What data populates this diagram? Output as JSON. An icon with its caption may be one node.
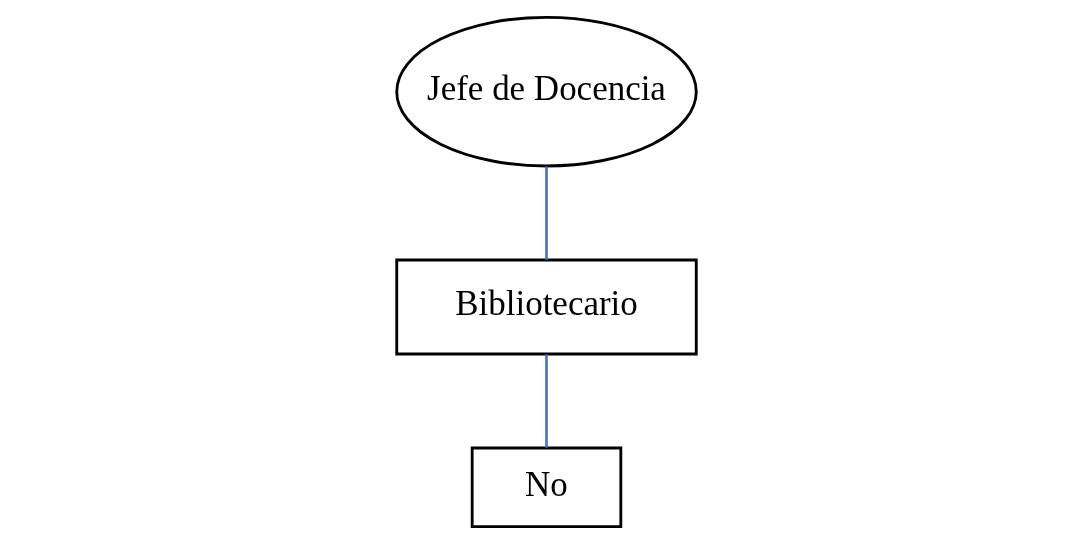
{
  "diagram": {
    "nodes": [
      {
        "text": [
          "Jefe de Docencia"
        ]
      },
      {
        "text": [
          "Bibliotecario"
        ]
      },
      {
        "text": [
          "No"
        ]
      }
    ],
    "edges": [
      {
        "from": 0,
        "to": 1,
        "arrow": "none"
      },
      {
        "from": 1,
        "to": 2,
        "arrow": "none"
      }
    ]
  }
}
